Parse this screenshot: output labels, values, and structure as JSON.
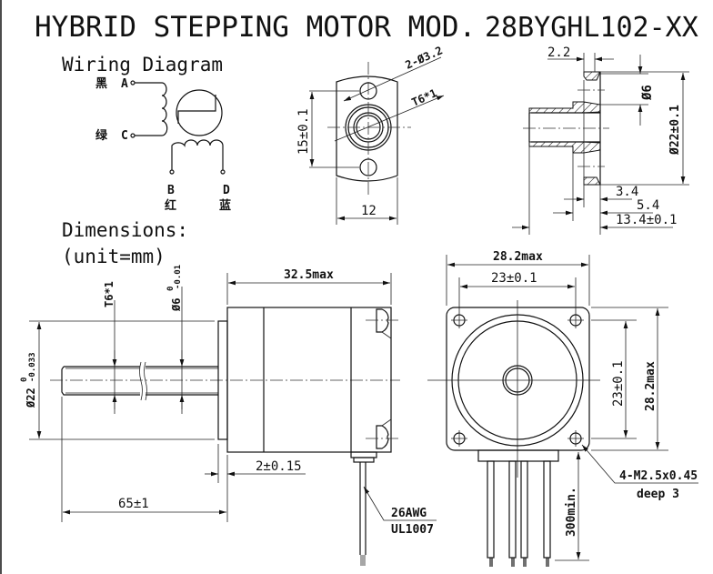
{
  "title": {
    "prefix": "HYBRID STEPPING MOTOR MOD.",
    "model": "28BYGHL102-XX"
  },
  "wiring": {
    "heading": "Wiring Diagram",
    "terminals": [
      {
        "id": "A",
        "color_cn": "黑"
      },
      {
        "id": "C",
        "color_cn": "绿"
      },
      {
        "id": "B",
        "color_cn": "红"
      },
      {
        "id": "D",
        "color_cn": "蓝"
      }
    ]
  },
  "dimensions_heading": {
    "line1": "Dimensions:",
    "line2": "(unit=mm)"
  },
  "nut_front_view": {
    "hole_spec": "2-Ø3.2",
    "thread": "T6*1",
    "hole_spacing": "15±0.1",
    "width": "12"
  },
  "nut_section_view": {
    "flange_thickness": "2.2",
    "bore": "Ø6",
    "flange_diameter": "Ø22±0.1",
    "dim_a": "3.4",
    "dim_b": "5.4",
    "overall_length": "13.4±0.1"
  },
  "side_view": {
    "thread_label": "T6*1",
    "shaft_diameter": "Ø6",
    "shaft_tol_upper": "0",
    "shaft_tol_lower": "-0.01",
    "pilot_diameter": "Ø22",
    "pilot_tol_upper": "0",
    "pilot_tol_lower": "-0.033",
    "body_length": "32.5max",
    "pilot_height": "2±0.15",
    "shaft_length": "65±1",
    "wire_gauge": "26AWG",
    "wire_standard": "UL1007"
  },
  "front_view": {
    "overall_width": "28.2max",
    "hole_pitch_h": "23±0.1",
    "hole_pitch_v": "23±0.1",
    "overall_height": "28.2max",
    "mount_thread": "4-M2.5x0.45",
    "mount_depth": "deep 3",
    "lead_length": "300min."
  }
}
